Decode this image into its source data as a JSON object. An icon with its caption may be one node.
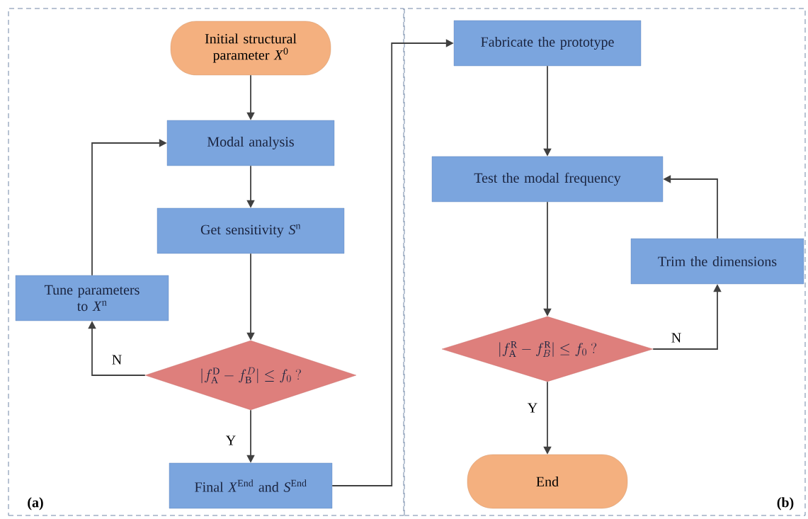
{
  "diagram": {
    "nodes": [
      {
        "text": [
          "(a)"
        ]
      },
      {
        "text": [
          "Initial structural parameter *X*$^{0}$"
        ],
        "in": 0
      },
      {
        "text": [
          "Modal analysis"
        ],
        "in": 0
      },
      {
        "text": [
          "Get sensitivity *S*$^{n}$"
        ],
        "in": 0
      },
      {
        "text": [
          "Tune parameters to *X*$^{n}$"
        ],
        "in": 0
      },
      {
        "text": [
          "|f_\\mathrm{A}^\\mathrm{D}-f_\\mathrm{B}^{D}|\\leq f_0\\ ?"
        ],
        "in": 0
      },
      {
        "text": [
          "Final *X*$^{End}$ and *S*$^{End}$"
        ],
        "in": 0
      },
      {
        "text": [
          "(b)"
        ]
      },
      {
        "text": [
          "Fabricate the prototype"
        ],
        "in": 7
      },
      {
        "text": [
          "Test the modal frequency"
        ],
        "in": 7
      },
      {
        "text": [
          "Trim the dimensions"
        ],
        "in": 7
      },
      {
        "text": [
          "|f_\\mathrm{A}^\\mathrm{R}-f_{B}^\\mathrm{R}|\\leq f_0\\ ?"
        ],
        "in": 7
      },
      {
        "text": [
          "End"
        ],
        "in": 7
      }
    ],
    "edges": [
      {
        "from": 1,
        "to": 2,
        "arrow": "to"
      },
      {
        "from": 2,
        "to": 3,
        "arrow": "to"
      },
      {
        "from": 3,
        "to": 5,
        "arrow": "to"
      },
      {
        "from": 5,
        "to": 4,
        "arrow": "to",
        "label": "N"
      },
      {
        "from": 4,
        "to": 2,
        "arrow": "to"
      },
      {
        "from": 5,
        "to": 6,
        "arrow": "to",
        "label": "Y"
      },
      {
        "from": 6,
        "to": 8,
        "arrow": "to"
      },
      {
        "from": 8,
        "to": 9,
        "arrow": "to"
      },
      {
        "from": 9,
        "to": 11,
        "arrow": "to"
      },
      {
        "from": 11,
        "to": 10,
        "arrow": "to",
        "label": "N"
      },
      {
        "from": 10,
        "to": 9,
        "arrow": "to"
      },
      {
        "from": 11,
        "to": 12,
        "arrow": "to",
        "label": "Y"
      }
    ]
  }
}
